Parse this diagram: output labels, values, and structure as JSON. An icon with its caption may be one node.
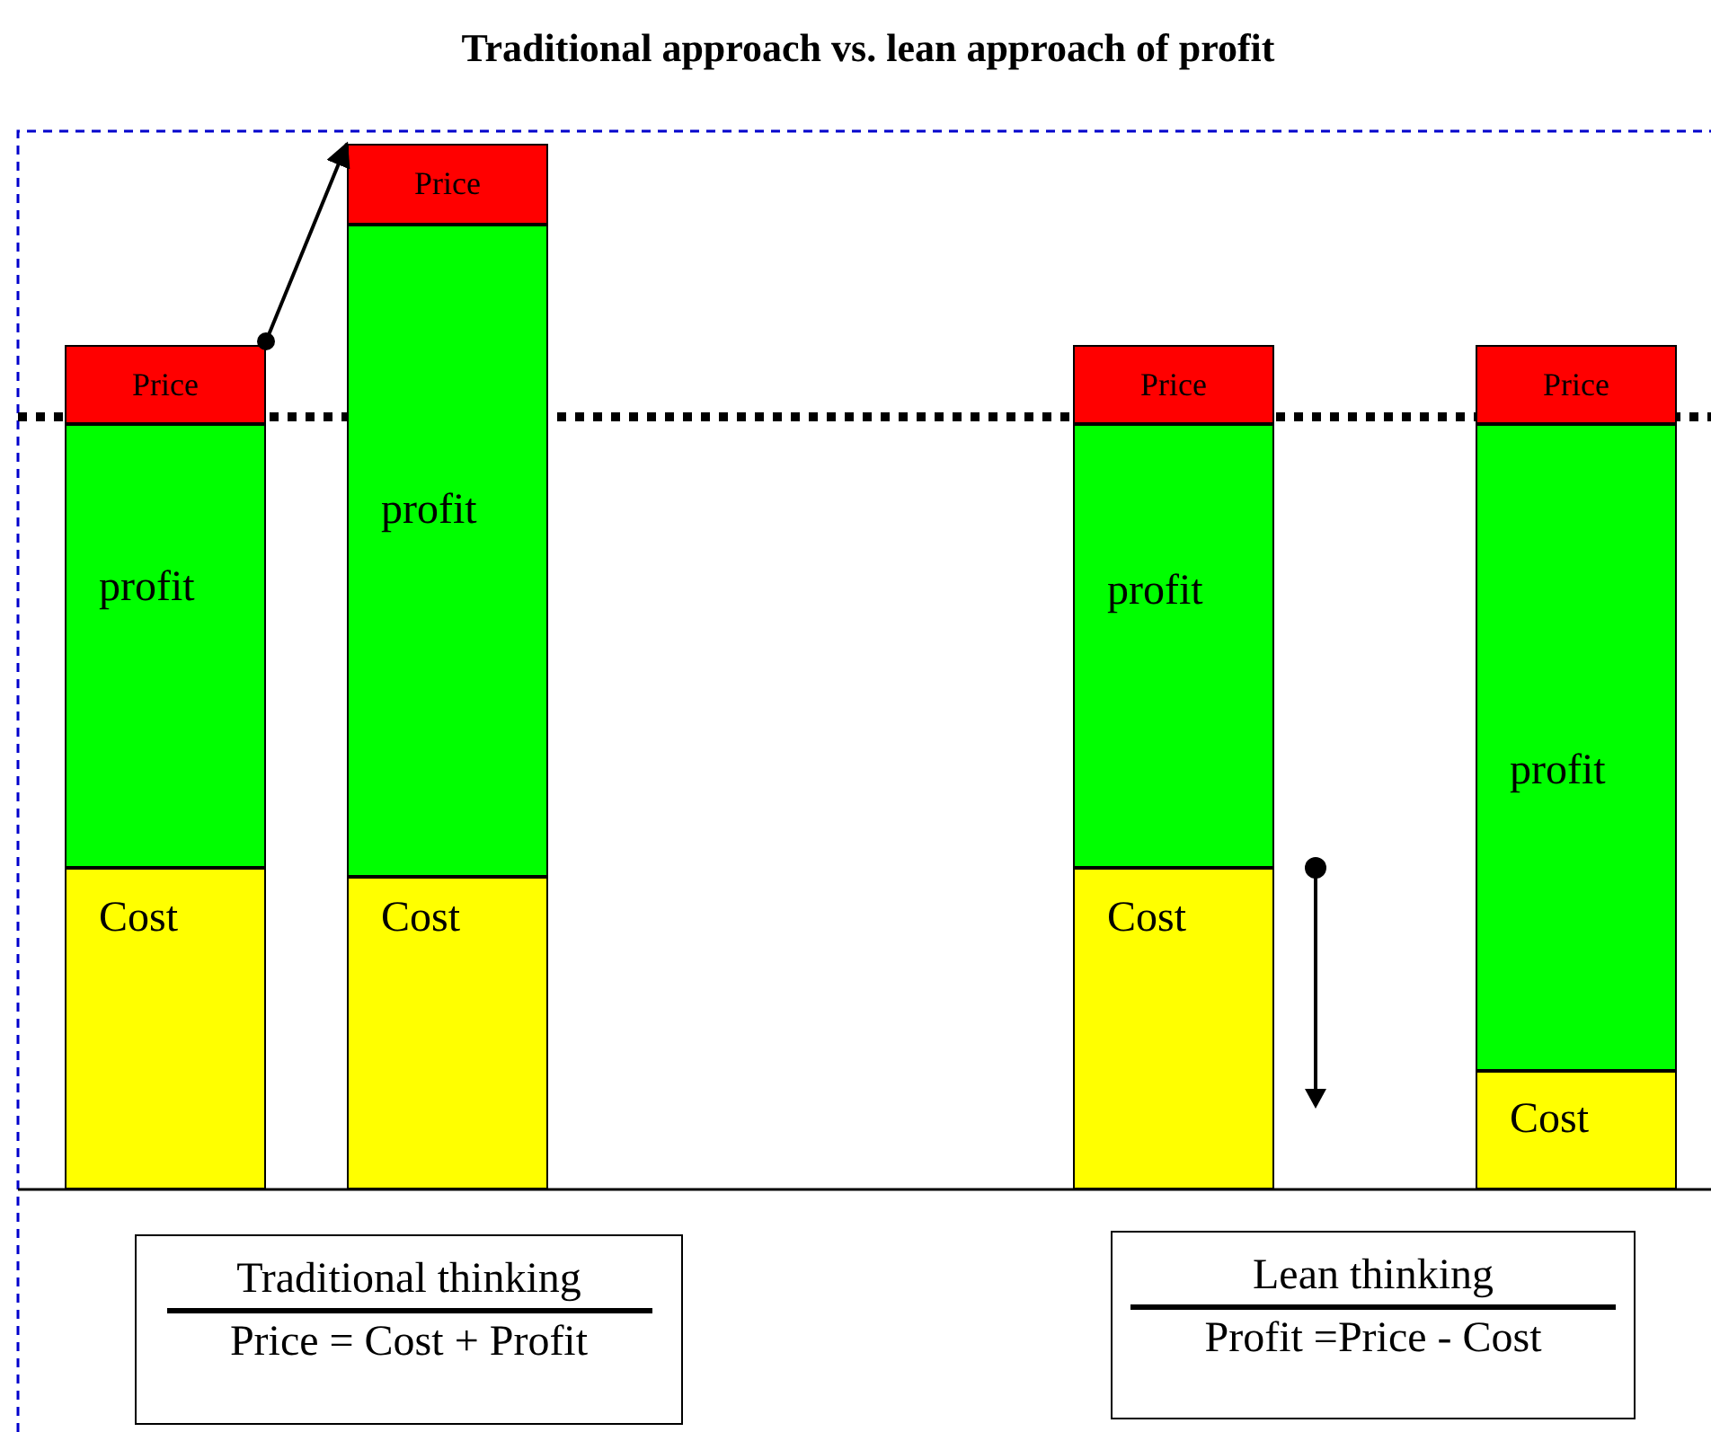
{
  "diagram": {
    "title": "Traditional approach vs. lean approach of profit",
    "nodes": [
      {
        "text": [
          "Price"
        ]
      },
      {
        "text": [
          "profit"
        ]
      },
      {
        "text": [
          "Cost"
        ]
      },
      {
        "text": [
          "Price"
        ]
      },
      {
        "text": [
          "profit"
        ]
      },
      {
        "text": [
          "Cost"
        ]
      },
      {
        "text": [
          "Price"
        ]
      },
      {
        "text": [
          "profit"
        ]
      },
      {
        "text": [
          "Cost"
        ]
      },
      {
        "text": [
          "Price"
        ]
      },
      {
        "text": [
          "profit"
        ]
      },
      {
        "text": [
          "Cost"
        ]
      },
      {
        "text": [
          "Traditional thinking",
          "Price = Cost + Profit"
        ]
      },
      {
        "text": [
          "Lean thinking",
          "Profit =Price - Cost"
        ]
      }
    ],
    "edges": [
      {
        "from": 0,
        "to": 3,
        "arrow": "to"
      }
    ]
  }
}
